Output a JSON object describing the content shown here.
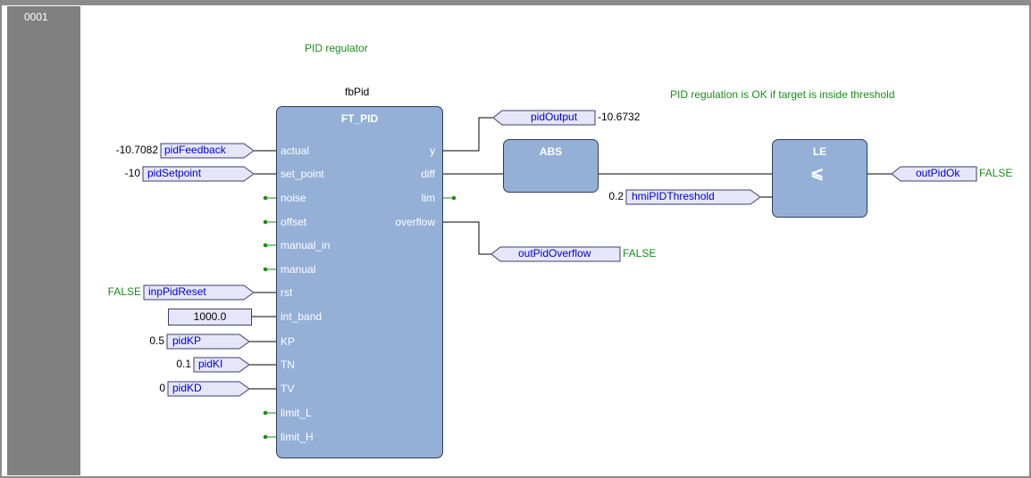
{
  "row_number": "0001",
  "comments": {
    "title": "PID regulator",
    "note": "PID regulation is OK if target is inside threshold"
  },
  "block": {
    "instance": "fbPid",
    "type": "FT_PID",
    "inputs": [
      "actual",
      "set_point",
      "noise",
      "offset",
      "manual_in",
      "manual",
      "rst",
      "int_band",
      "KP",
      "TN",
      "TV",
      "limit_L",
      "limit_H"
    ],
    "outputs": [
      "y",
      "diff",
      "lim",
      "overflow"
    ]
  },
  "input_vars": {
    "actual": {
      "name": "pidFeedback",
      "value": "-10.7082"
    },
    "set_point": {
      "name": "pidSetpoint",
      "value": "-10"
    },
    "rst": {
      "name": "inpPidReset",
      "value": "FALSE"
    },
    "int_band": {
      "constant": "1000.0"
    },
    "KP": {
      "name": "pidKP",
      "value": "0.5"
    },
    "TN": {
      "name": "pidKI",
      "value": "0.1"
    },
    "TV": {
      "name": "pidKD",
      "value": "0"
    }
  },
  "output_vars": {
    "y": {
      "name": "pidOutput",
      "value": "-10.6732"
    },
    "overflow": {
      "name": "outPidOverflow",
      "value": "FALSE"
    }
  },
  "abs_block": {
    "type": "ABS"
  },
  "le_block": {
    "type": "LE",
    "symbol": "⩽"
  },
  "threshold": {
    "name": "hmiPIDThreshold",
    "value": "0.2"
  },
  "result": {
    "name": "outPidOk",
    "value": "FALSE"
  }
}
